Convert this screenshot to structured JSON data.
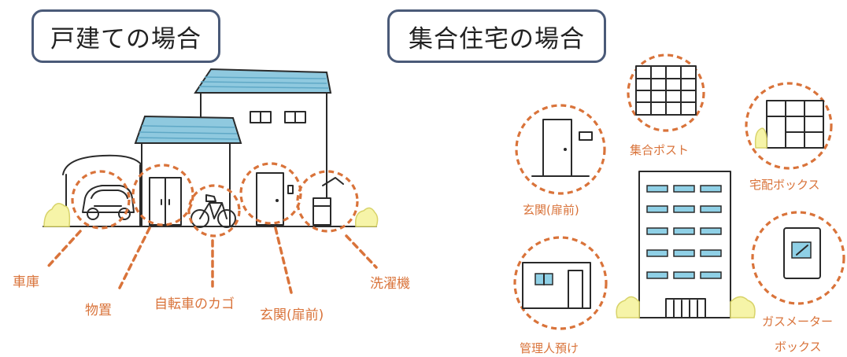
{
  "titles": {
    "house": "戸建ての場合",
    "apartment": "集合住宅の場合"
  },
  "house_labels": {
    "garage": "車庫",
    "storage": "物置",
    "bicycle_basket": "自転車のカゴ",
    "entrance": "玄関(扉前)",
    "washing_machine": "洗濯機"
  },
  "apartment_labels": {
    "shared_mailbox": "集合ポスト",
    "entrance": "玄関(扉前)",
    "delivery_box": "宅配ボックス",
    "manager": "管理人預け",
    "gas_meter_box_line1": "ガスメーター",
    "gas_meter_box_line2": "ボックス"
  },
  "colors": {
    "accent": "#d9733a",
    "roof": "#8fc9df",
    "title_border": "#4a5a78",
    "shrub": "#f6f4a8"
  }
}
